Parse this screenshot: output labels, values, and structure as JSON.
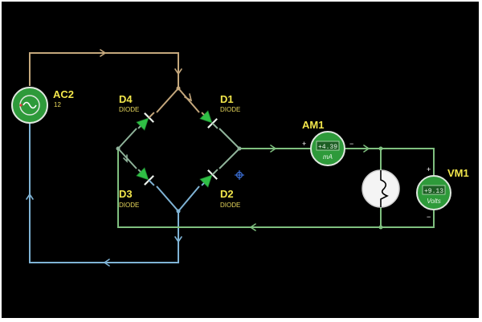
{
  "colors": {
    "background": "#000000",
    "wire_ac_top": "#c4a77c",
    "wire_return": "#7fb3d5",
    "wire_dc": "#7fbf7f",
    "wire_mixed": "#8fb39a",
    "component_green": "#2e9a3a",
    "label_yellow": "#f2e64b"
  },
  "source": {
    "name": "AC2",
    "value": "12",
    "icon": "ac-sine-icon"
  },
  "diodes": [
    {
      "name": "D4",
      "type": "DIODE"
    },
    {
      "name": "D1",
      "type": "DIODE"
    },
    {
      "name": "D3",
      "type": "DIODE"
    },
    {
      "name": "D2",
      "type": "DIODE"
    }
  ],
  "ammeter": {
    "name": "AM1",
    "reading": "+4.39",
    "unit": "mA",
    "plus": "+",
    "minus": "−"
  },
  "voltmeter": {
    "name": "VM1",
    "reading": "+9.13",
    "unit": "Volts",
    "plus": "+",
    "minus": "−"
  },
  "lamp": {
    "icon": "lamp-icon"
  },
  "cursor": {
    "icon": "move-crosshair-icon"
  }
}
